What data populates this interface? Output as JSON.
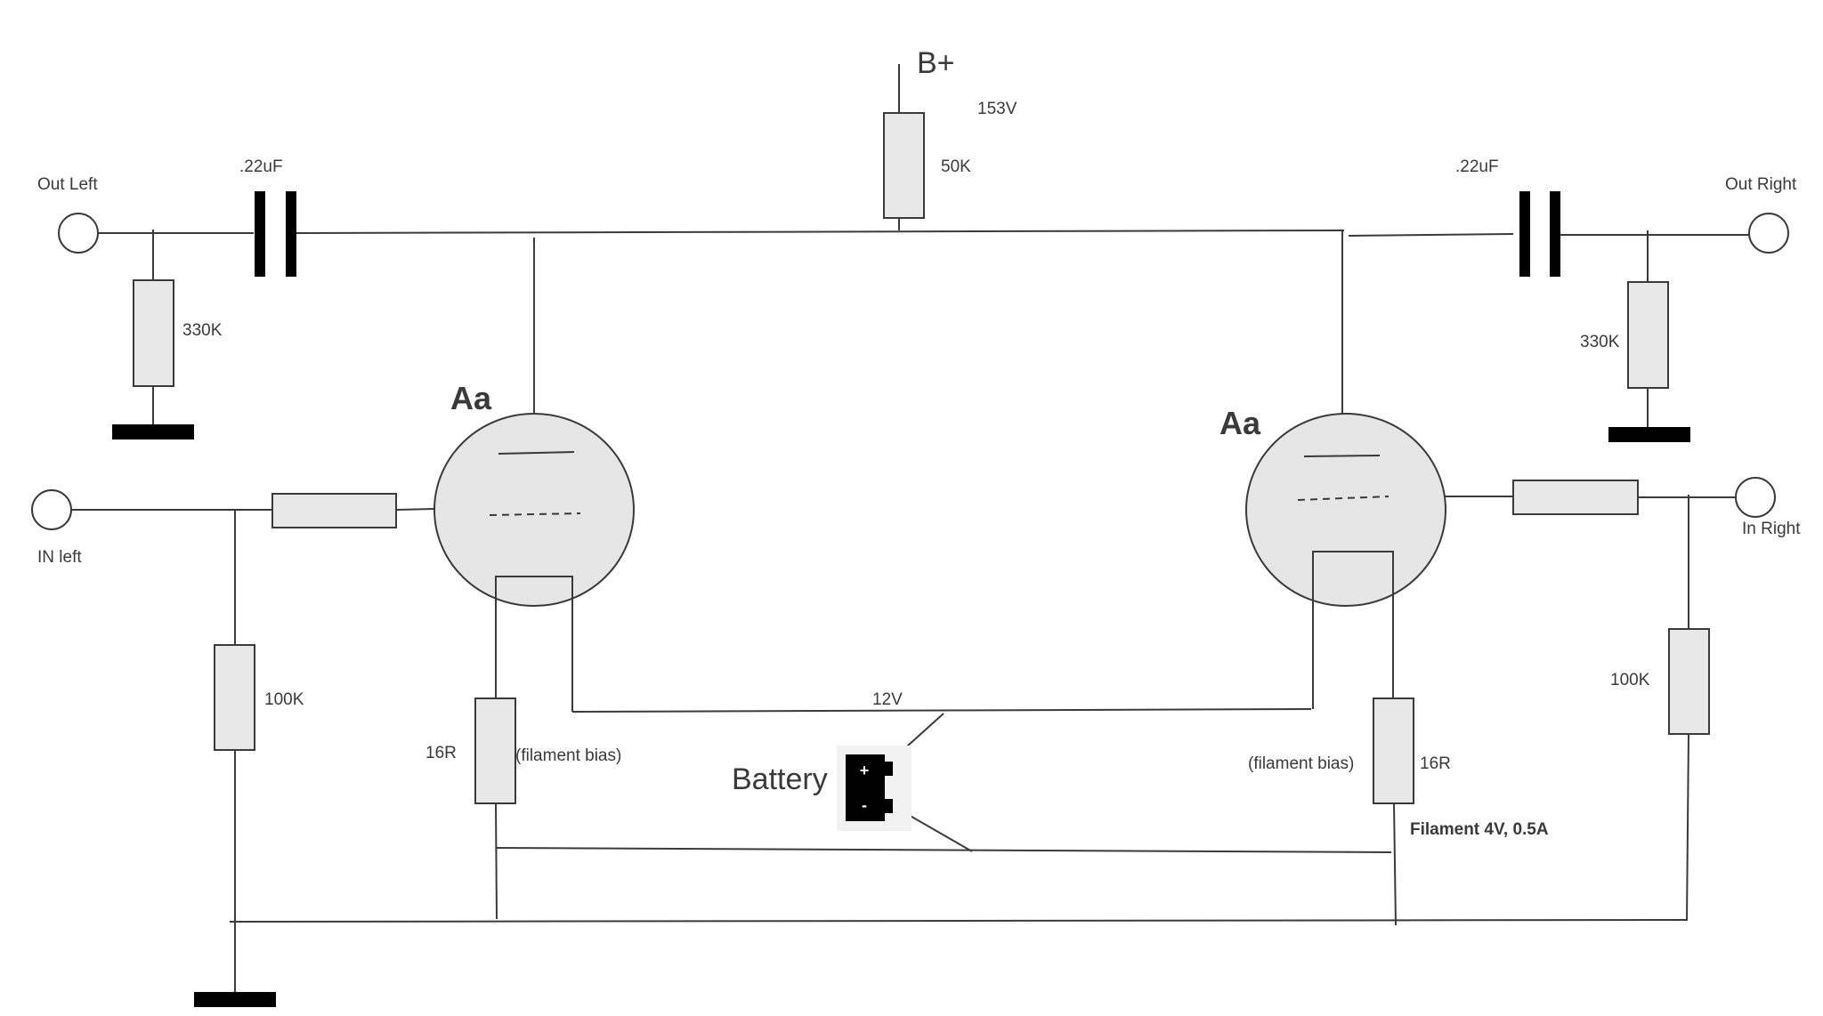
{
  "supply": {
    "bplus": "B+",
    "voltage": "153V",
    "resistor": "50K"
  },
  "left": {
    "out_label": "Out Left",
    "in_label": "IN left",
    "cap": ".22uF",
    "out_resistor": "330K",
    "grid_resistor": "100K",
    "filament_resistor": "16R",
    "filament_note": "(filament bias)",
    "tube": "Aa"
  },
  "right": {
    "out_label": "Out Right",
    "in_label": "In Right",
    "cap": ".22uF",
    "out_resistor": "330K",
    "grid_resistor": "100K",
    "filament_resistor": "16R",
    "filament_note": "(filament bias)",
    "tube": "Aa"
  },
  "battery": {
    "label": "Battery",
    "voltage": "12V",
    "plus": "+",
    "minus": "-"
  },
  "filament_spec": "Filament 4V, 0.5A"
}
